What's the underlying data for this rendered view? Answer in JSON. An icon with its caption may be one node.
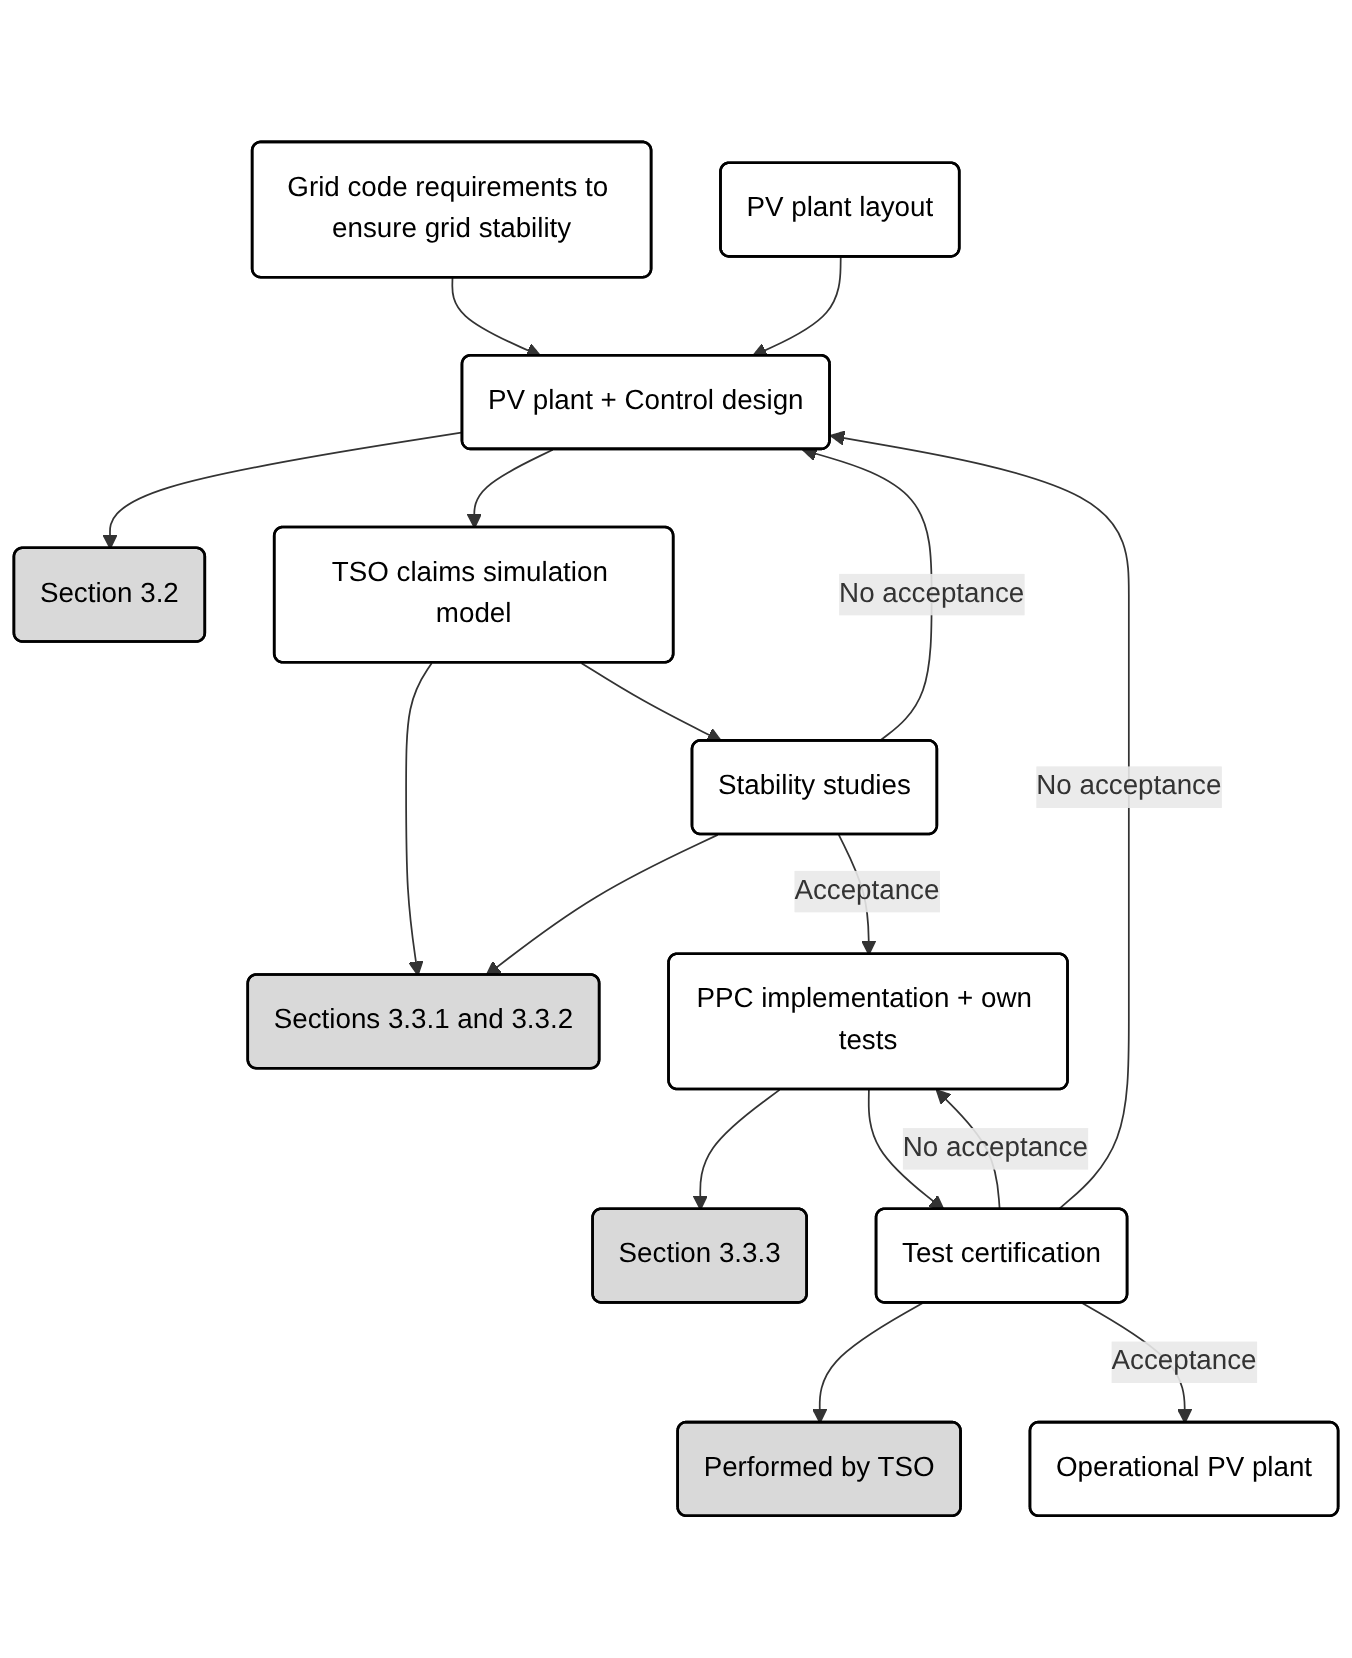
{
  "diagram": {
    "nodes": [
      {
        "text": [
          "Grid code requirements to ensure grid stability"
        ]
      },
      {
        "text": [
          "PV plant layout"
        ]
      },
      {
        "text": [
          "PV plant + Control design"
        ]
      },
      {
        "text": [
          "Section 3.2"
        ]
      },
      {
        "text": [
          "TSO claims simulation model"
        ]
      },
      {
        "text": [
          "Stability studies"
        ]
      },
      {
        "text": [
          "Sections 3.3.1 and 3.3.2"
        ]
      },
      {
        "text": [
          "PPC implementation + own tests"
        ]
      },
      {
        "text": [
          "Section 3.3.3"
        ]
      },
      {
        "text": [
          "Test certification"
        ]
      },
      {
        "text": [
          "Performed by TSO"
        ]
      },
      {
        "text": [
          "Operational PV plant"
        ]
      }
    ],
    "edges": [
      {
        "from": 0,
        "to": 2,
        "arrow": "to"
      },
      {
        "from": 1,
        "to": 2,
        "arrow": "to"
      },
      {
        "from": 2,
        "to": 3,
        "arrow": "to"
      },
      {
        "from": 2,
        "to": 4,
        "arrow": "to"
      },
      {
        "from": 4,
        "to": 5,
        "arrow": "to"
      },
      {
        "from": 5,
        "to": 2,
        "arrow": "to",
        "label": "No acceptance"
      },
      {
        "from": 4,
        "to": 6,
        "arrow": "to"
      },
      {
        "from": 5,
        "to": 6,
        "arrow": "to"
      },
      {
        "from": 5,
        "to": 7,
        "arrow": "to",
        "label": "Acceptance"
      },
      {
        "from": 7,
        "to": 8,
        "arrow": "to"
      },
      {
        "from": 7,
        "to": 9,
        "arrow": "to"
      },
      {
        "from": 9,
        "to": 7,
        "arrow": "to",
        "label": "No acceptance"
      },
      {
        "from": 9,
        "to": 2,
        "arrow": "to",
        "label": "No acceptance"
      },
      {
        "from": 9,
        "to": 10,
        "arrow": "to"
      },
      {
        "from": 9,
        "to": 11,
        "arrow": "to",
        "label": "Acceptance"
      }
    ]
  }
}
